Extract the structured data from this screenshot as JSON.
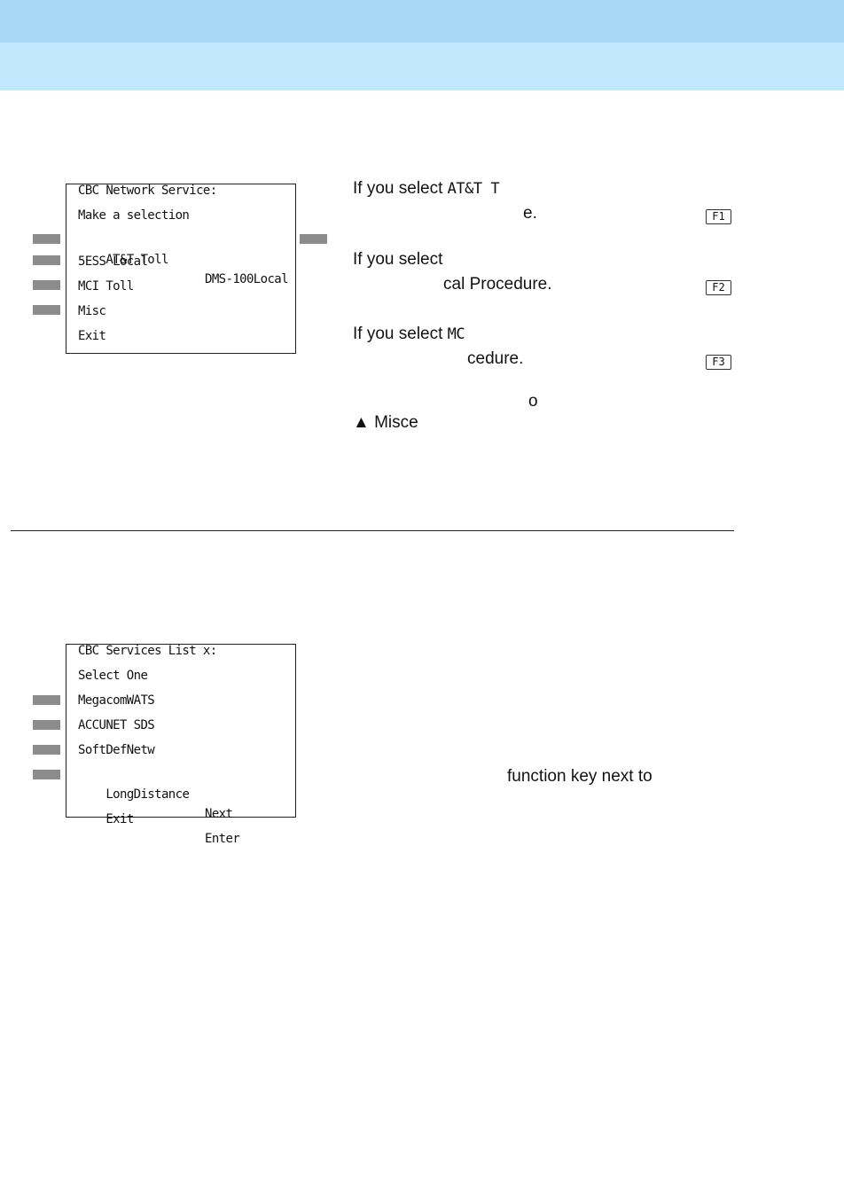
{
  "screen1": {
    "title": "CBC Network Service:",
    "prompt": "Make a selection",
    "rows": [
      {
        "left": "AT&T Toll",
        "right": "DMS-100Local"
      },
      {
        "left": "5ESS Local",
        "right": ""
      },
      {
        "left": "MCI Toll",
        "right": ""
      },
      {
        "left": "Misc",
        "right": ""
      },
      {
        "left": "Exit",
        "right": ""
      }
    ]
  },
  "instructions": {
    "item1_line1_prefix": "If you select ",
    "item1_line1_code": "AT&T T",
    "item1_line2": "e.",
    "item2_line1": "If you select",
    "item2_line2": "cal Procedure.",
    "item3_line1_prefix": "If you select ",
    "item3_line1_code": "MC",
    "item3_line2": "cedure.",
    "item4_line1": "o",
    "item4_line2_marker": "▲",
    "item4_line2": " Misce",
    "f1": "F1",
    "f2": "F2",
    "f3": "F3"
  },
  "screen2": {
    "title": "CBC Services List x:",
    "prompt": "Select One",
    "rows": [
      {
        "left": "MegacomWATS",
        "right": ""
      },
      {
        "left": "ACCUNET SDS",
        "right": ""
      },
      {
        "left": "SoftDefNetw",
        "right": ""
      },
      {
        "left": "LongDistance",
        "right": "Next"
      },
      {
        "left": "Exit",
        "right": "Enter"
      }
    ]
  },
  "step_text": "function key next to"
}
